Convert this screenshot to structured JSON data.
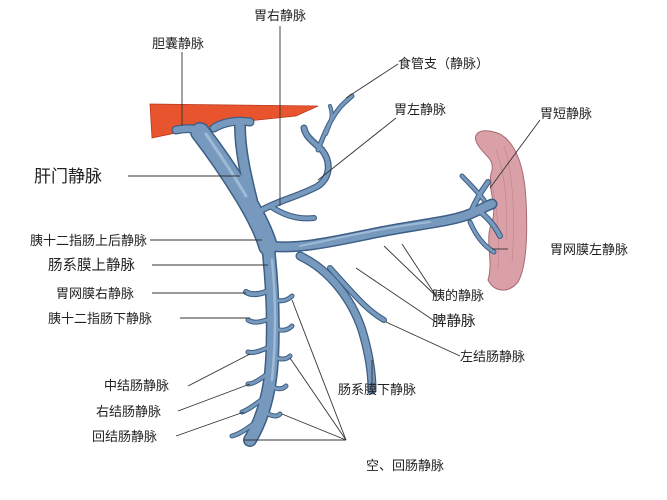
{
  "labels": {
    "gallbladder_vein": "胆囊静脉",
    "right_gastric_vein": "胃右静脉",
    "esophageal_branch": "食管支（静脉）",
    "left_gastric_vein": "胃左静脉",
    "short_gastric_vein": "胃短静脉",
    "hepatic_portal_vein": "肝门静脉",
    "post_sup_pancreaticoduodenal_vein": "胰十二指肠上后静脉",
    "superior_mesenteric_vein": "肠系膜上静脉",
    "right_gastroepiploic_vein": "胃网膜右静脉",
    "inferior_pancreaticoduodenal_vein": "胰十二指肠下静脉",
    "left_gastroepiploic_vein": "胃网膜左静脉",
    "pancreatic_veins": "胰的静脉",
    "splenic_vein": "脾静脉",
    "left_colic_vein": "左结肠静脉",
    "inferior_mesenteric_vein": "肠系膜下静脉",
    "middle_colic_vein": "中结肠静脉",
    "right_colic_vein": "右结肠静脉",
    "ileocolic_vein": "回结肠静脉",
    "jejunal_ileal_veins": "空、回肠静脉"
  },
  "colors": {
    "vein_fill": "#6f93b8",
    "vein_edge": "#3e5f85",
    "liver": "#e8542e",
    "spleen": "#d9a0a8",
    "leader": "#333333"
  }
}
